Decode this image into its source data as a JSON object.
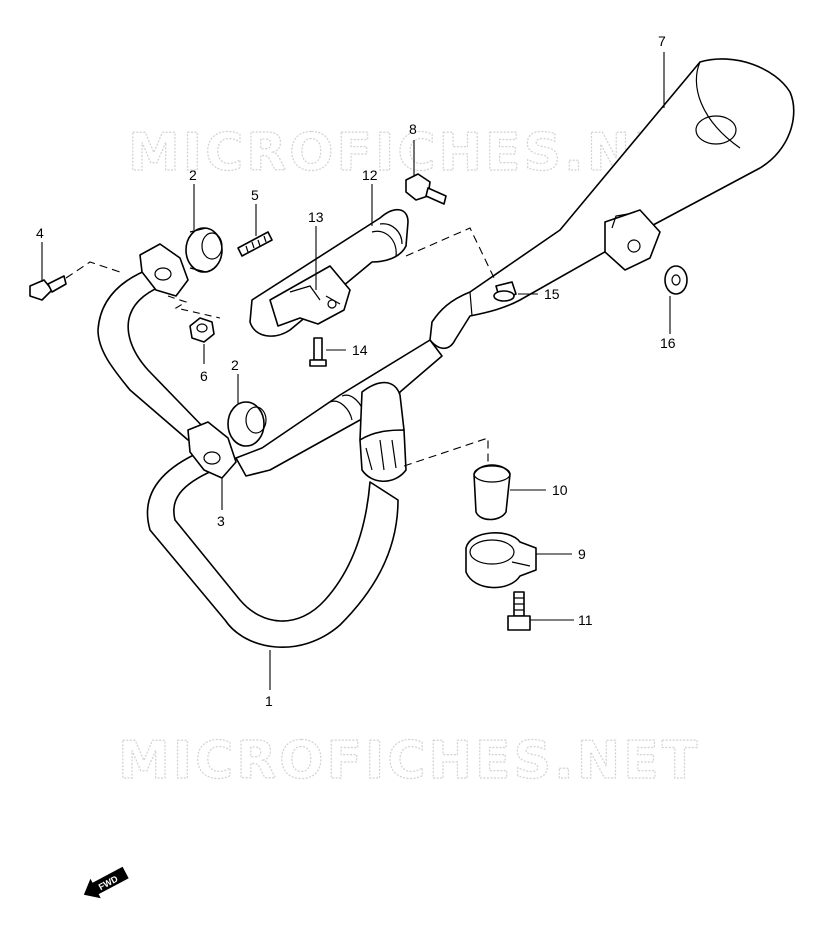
{
  "watermark": {
    "top": "MICROFICHES.NET",
    "bottom": "MICROFICHES.NET"
  },
  "callouts": [
    {
      "id": "c1",
      "label": "1"
    },
    {
      "id": "c2a",
      "label": "2"
    },
    {
      "id": "c2b",
      "label": "2"
    },
    {
      "id": "c3",
      "label": "3"
    },
    {
      "id": "c4",
      "label": "4"
    },
    {
      "id": "c5",
      "label": "5"
    },
    {
      "id": "c6",
      "label": "6"
    },
    {
      "id": "c7",
      "label": "7"
    },
    {
      "id": "c8",
      "label": "8"
    },
    {
      "id": "c9",
      "label": "9"
    },
    {
      "id": "c10",
      "label": "10"
    },
    {
      "id": "c11",
      "label": "11"
    },
    {
      "id": "c12",
      "label": "12"
    },
    {
      "id": "c13",
      "label": "13"
    },
    {
      "id": "c14",
      "label": "14"
    },
    {
      "id": "c15",
      "label": "15"
    },
    {
      "id": "c16",
      "label": "16"
    }
  ],
  "fwd_label": "FWD"
}
